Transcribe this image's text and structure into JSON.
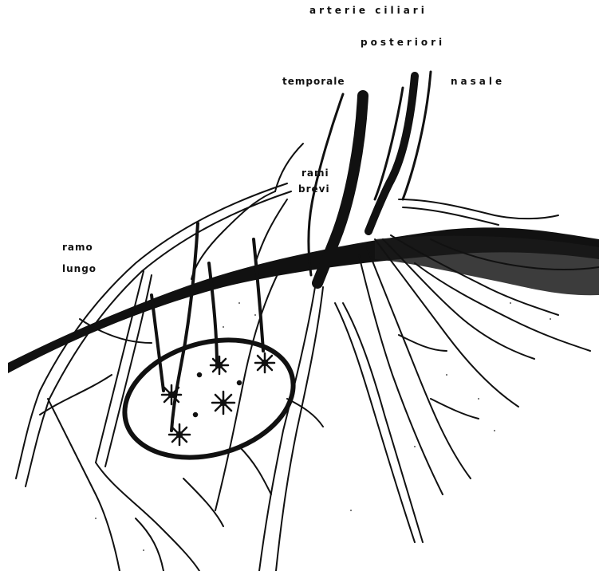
{
  "labels": {
    "arterie": "arterie ciliari",
    "posteriori": "posteriori",
    "temporale": "temporale",
    "nasale": "nasale",
    "rami": "rami",
    "brevi": "brevi",
    "ramo": "ramo",
    "lungo": "lungo"
  },
  "colors": {
    "ink": "#111111",
    "paper": "#ffffff"
  }
}
